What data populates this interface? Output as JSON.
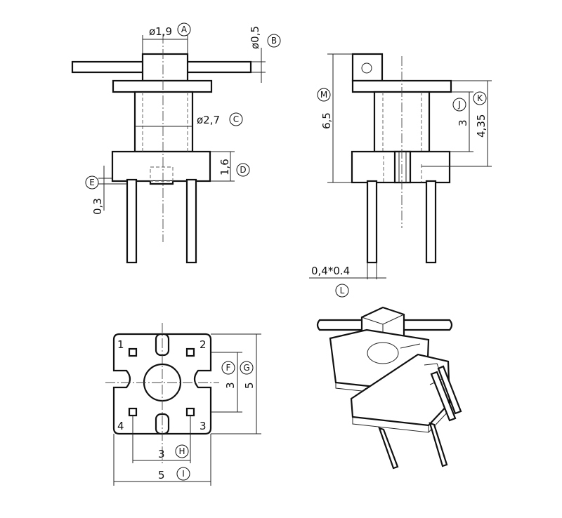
{
  "dimensions": {
    "A": {
      "text": "ø1,9",
      "label": "A"
    },
    "B": {
      "text": "ø0,5",
      "label": "B"
    },
    "C": {
      "text": "ø2,7",
      "label": "C"
    },
    "D": {
      "text": "1,6",
      "label": "D"
    },
    "E": {
      "text": "0,3",
      "label": "E"
    },
    "F": {
      "text": "3",
      "label": "F"
    },
    "G": {
      "text": "5",
      "label": "G"
    },
    "H": {
      "text": "3",
      "label": "H"
    },
    "I": {
      "text": "5",
      "label": "I"
    },
    "J": {
      "text": "3",
      "label": "J"
    },
    "K": {
      "text": "4,35",
      "label": "K"
    },
    "L": {
      "text": "0,4*0.4",
      "label": "L"
    },
    "M": {
      "text": "6,5",
      "label": "M"
    }
  },
  "pins": [
    "1",
    "2",
    "3",
    "4"
  ]
}
